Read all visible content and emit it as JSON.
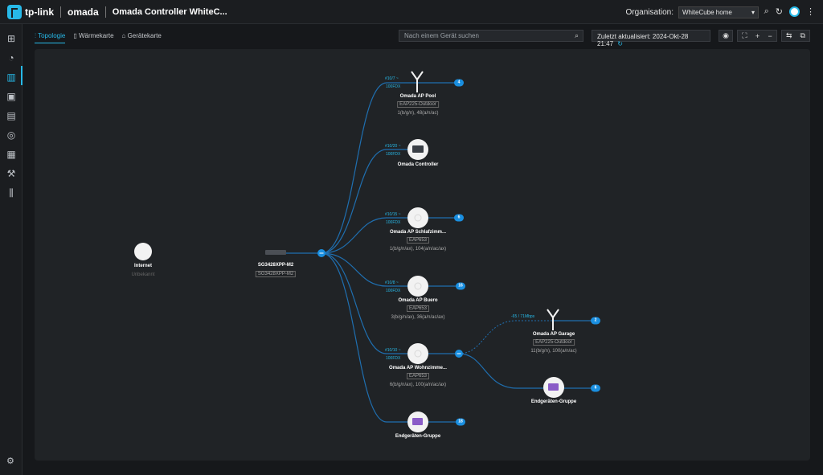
{
  "topbar": {
    "brand_tplink": "tp-link",
    "brand_omada": "omada",
    "title": "Omada Controller WhiteC...",
    "org_label": "Organisation:",
    "org_value": "WhiteCube home"
  },
  "tabs": [
    {
      "label": "Topologie",
      "active": true
    },
    {
      "label": "Wärmekarte",
      "active": false
    },
    {
      "label": "Gerätekarte",
      "active": false
    }
  ],
  "search": {
    "placeholder": "Nach einem Gerät suchen"
  },
  "updated": {
    "text": "Zuletzt aktualisiert: 2024-Okt-28 21:47"
  },
  "colors": {
    "accent": "#27b9e8",
    "badge": "#1a8fe0",
    "link": "#1f6fb0"
  },
  "nodes": {
    "internet": {
      "name": "Internet",
      "status": "Unbekannt"
    },
    "switch": {
      "name": "SG3428XPP-M2",
      "model": "SG3428XPP-M2"
    },
    "ap_pool": {
      "name": "Omada AP Pool",
      "model": "EAP225-Outdoor",
      "info": "1(b/g/n), 48(a/n/ac)",
      "port": "#10/7 ~",
      "speed": "100FDX",
      "badge": "4"
    },
    "controller": {
      "name": "Omada Controller",
      "port": "#10/20 ~",
      "speed": "100FDX"
    },
    "ap_schlaf": {
      "name": "Omada AP Schlafzimm...",
      "model": "EAP653",
      "info": "1(b/g/n/ax), 104(a/n/ac/ax)",
      "port": "#10/15 ~",
      "speed": "100FDX",
      "badge": "6"
    },
    "ap_buero": {
      "name": "Omada AP Buero",
      "model": "EAP653",
      "info": "3(b/g/n/ax), 36(a/n/ac/ax)",
      "port": "#10/8 ~",
      "speed": "100FDX",
      "badge": "16"
    },
    "ap_wohn": {
      "name": "Omada AP Wohnzimme...",
      "model": "EAP653",
      "info": "6(b/g/n/ax), 100(a/n/ac/ax)",
      "port": "#10/10 ~",
      "speed": "100FDX"
    },
    "ap_garage": {
      "name": "Omada AP Garage",
      "model": "EAP225-Outdoor",
      "info": "11(b/g/n), 100(a/n/ac)",
      "port": "-65 / 71Mbps",
      "badge": "2"
    },
    "group1": {
      "name": "Endgeräten-Gruppe",
      "badge": "6"
    },
    "group2": {
      "name": "Endgeräten-Gruppe",
      "badge": "18"
    }
  }
}
